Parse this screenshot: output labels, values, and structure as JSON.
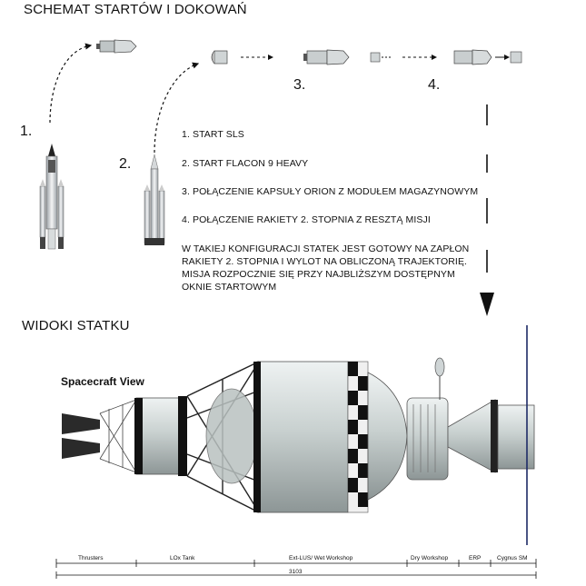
{
  "header": {
    "title": "SCHEMAT STARTÓW I DOKOWAŃ"
  },
  "launches": [
    {
      "number": "1."
    },
    {
      "number": "2."
    }
  ],
  "phase_labels": [
    "3.",
    "4."
  ],
  "steps": [
    "1. START SLS",
    "2. START FLACON 9 HEAVY",
    "3. POŁĄCZENIE KAPSUŁY ORION Z MODUŁEM MAGAZYNOWYM",
    "4. POŁĄCZENIE RAKIETY 2. STOPNIA Z RESZTĄ MISJI"
  ],
  "description": "W TAKIEJ KONFIGURACJI STATEK JEST GOTOWY NA ZAPŁON RAKIETY 2. STOPNIA I WYLOT NA OBLICZONĄ TRAJEKTORIĘ. MISJA ROZPOCZNIE SIĘ PRZY NAJBLIŻSZYM DOSTĘPNYM OKNIE STARTOWYM",
  "views": {
    "title": "WIDOKI STATKU",
    "spacecraft_label": "Spacecraft View"
  },
  "scale": {
    "segments": [
      "Thrusters",
      "LOx Tank",
      "Ext-LUS/ Wet Workshop",
      "Dry Workshop",
      "ERP",
      "Cygnus SM"
    ],
    "total": "3103"
  },
  "colors": {
    "hull": "#c9d1d0",
    "hull_dark": "#7e8888",
    "band": "#111111",
    "thruster": "#2a2a2a"
  }
}
